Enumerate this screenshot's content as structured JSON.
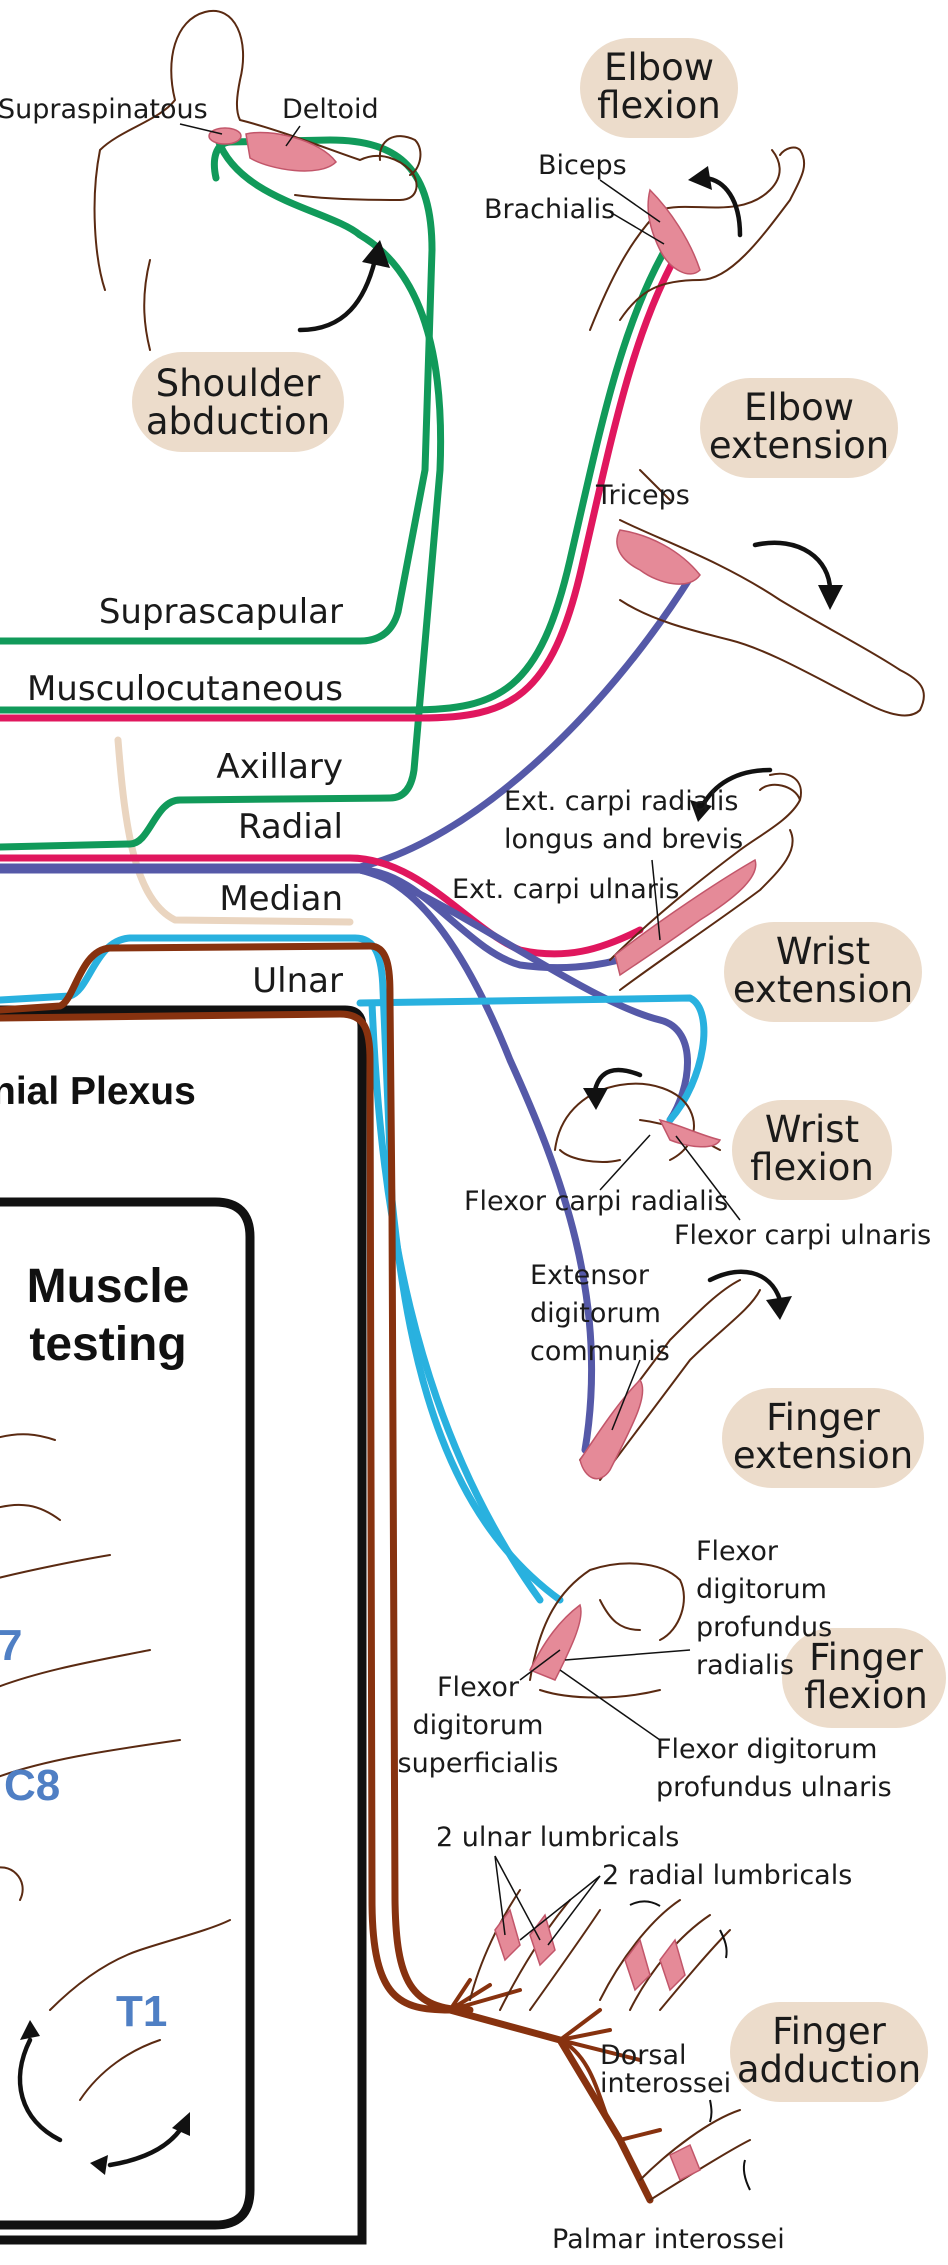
{
  "title": "nial Plexus",
  "inset_title": "Muscle\ntesting",
  "colors": {
    "suprascapular": "#119a5a",
    "musculocutaneous": "#e0175e",
    "axillary": "#119a5a",
    "radial": "#5559a8",
    "median": "#29b1df",
    "ulnar": "#87320f",
    "lateral_cord": "#ead5c0",
    "muscle": "#e58a98",
    "pill": "#ecdccb",
    "segment": "#4f7fc4"
  },
  "nerves": {
    "suprascapular": "Suprascapular",
    "musculocutaneous": "Musculocutaneous",
    "axillary": "Axillary",
    "radial": "Radial",
    "median": "Median",
    "ulnar": "Ulnar"
  },
  "actions": {
    "shoulder_abduction": [
      "Shoulder",
      "abduction"
    ],
    "elbow_flexion": [
      "Elbow",
      "flexion"
    ],
    "elbow_extension": [
      "Elbow",
      "extension"
    ],
    "wrist_extension": [
      "Wrist",
      "extension"
    ],
    "wrist_flexion": [
      "Wrist",
      "flexion"
    ],
    "finger_extension": [
      "Finger",
      "extension"
    ],
    "finger_flexion": [
      "Finger",
      "flexion"
    ],
    "finger_adduction": [
      "Finger",
      "adduction"
    ]
  },
  "muscles": {
    "supraspinatous": "Supraspinatous",
    "deltoid": "Deltoid",
    "biceps": "Biceps",
    "brachialis": "Brachialis",
    "triceps": "Triceps",
    "ext_carpi_radialis": [
      "Ext. carpi radialis",
      "longus and brevis"
    ],
    "ext_carpi_ulnaris": "Ext. carpi ulnaris",
    "flexor_carpi_radialis": "Flexor carpi radialis",
    "flexor_carpi_ulnaris": "Flexor carpi ulnaris",
    "extensor_digitorum": [
      "Extensor",
      "digitorum",
      "communis"
    ],
    "flexor_digitorum_profundus_radialis": [
      "Flexor",
      "digitorum",
      "profundus",
      "radialis"
    ],
    "flexor_digitorum_superficialis": [
      "Flexor",
      "digitorum",
      "superficialis"
    ],
    "flexor_digitorum_profundus_ulnaris": [
      "Flexor digitorum",
      "profundus ulnaris"
    ],
    "ulnar_lumbricals": "2 ulnar lumbricals",
    "radial_lumbricals": "2 radial lumbricals",
    "dorsal_interossei": [
      "Dorsal",
      "interossei"
    ],
    "palmar_interossei": "Palmar interossei"
  },
  "segments": {
    "c7": "7",
    "c8": "C8",
    "t1": "T1"
  }
}
